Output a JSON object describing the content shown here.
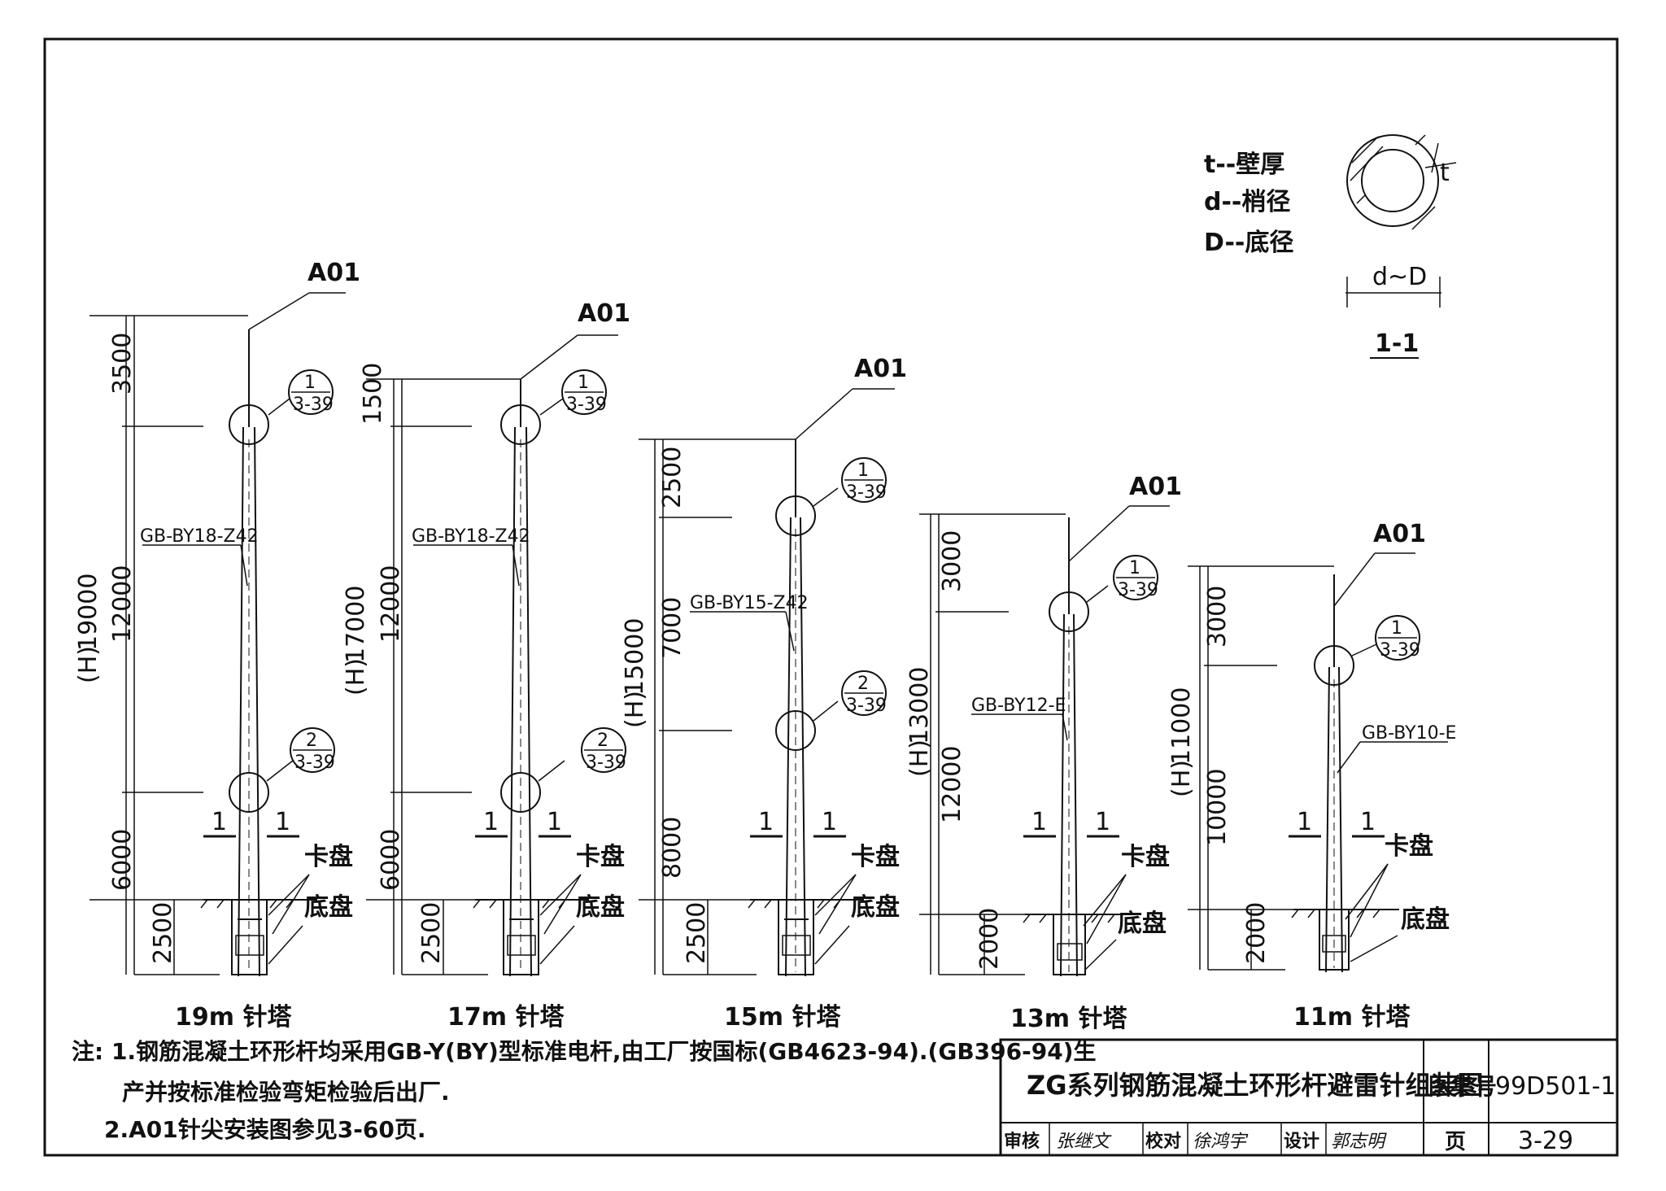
{
  "legend": {
    "t_label": "t--壁厚",
    "d_label": "d--梢径",
    "D_label": "D--底径",
    "ring_t": "t",
    "ring_dim": "d~D",
    "section_title": "1-1"
  },
  "common": {
    "tip": "A01",
    "ref_num_1": "1",
    "ref_num_2": "2",
    "ref_page": "3-39",
    "section_mark": "1",
    "kapan": "卡盘",
    "dipan": "底盘",
    "H": "(H)"
  },
  "towers": [
    {
      "name": "19m 针塔",
      "H": "19000",
      "top": "3500",
      "mid": "12000",
      "bot": "6000",
      "bury": "2500",
      "pole": "GB-BY18-Z42"
    },
    {
      "name": "17m 针塔",
      "H": "17000",
      "top": "1500",
      "mid": "12000",
      "bot": "6000",
      "bury": "2500",
      "pole": "GB-BY18-Z42"
    },
    {
      "name": "15m 针塔",
      "H": "15000",
      "top": "2500",
      "mid": "7000",
      "bot": "8000",
      "bury": "2500",
      "pole": "GB-BY15-Z42"
    },
    {
      "name": "13m 针塔",
      "H": "13000",
      "top": "3000",
      "mid": "12000",
      "bury": "2000",
      "pole": "GB-BY12-E"
    },
    {
      "name": "11m 针塔",
      "H": "11000",
      "top": "3000",
      "mid": "10000",
      "bury": "2000",
      "pole": "GB-BY10-E"
    }
  ],
  "notes": {
    "line1": "注: 1.钢筋混凝土环形杆均采用GB-Y(BY)型标准电杆,由工厂按国标(GB4623-94).(GB396-94)生",
    "line2": "产并按标准检验弯矩检验后出厂.",
    "line3": "2.A01针尖安装图参见3-60页."
  },
  "titleblock": {
    "title": "ZG系列钢筋混凝土环形杆避雷针组装图",
    "atlas_label": "图集号",
    "atlas_no": "99D501-1",
    "review": "审核",
    "review_sig": "张继文",
    "check": "校对",
    "check_sig": "徐鸿宇",
    "design": "设计",
    "design_sig": "郭志明",
    "page_label": "页",
    "page_no": "3-29"
  }
}
